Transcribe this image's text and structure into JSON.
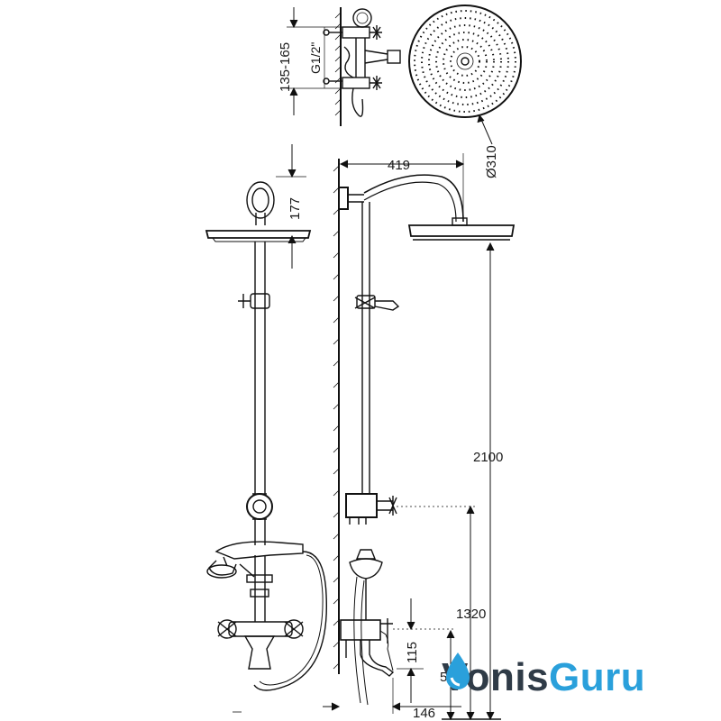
{
  "dimensions": {
    "d_135_165": "135-165",
    "d_g12": "G1/2\"",
    "d_310": "Ø310",
    "d_419": "419",
    "d_177": "177",
    "d_2100": "2100",
    "d_1320": "1320",
    "d_115": "115",
    "d_550": "550",
    "d_146": "146"
  },
  "watermark": {
    "part1": "Voni",
    "part2": "s",
    "part3": "Guru",
    "accent_color": "#2aa0db",
    "dark_color": "#2f3b47"
  }
}
